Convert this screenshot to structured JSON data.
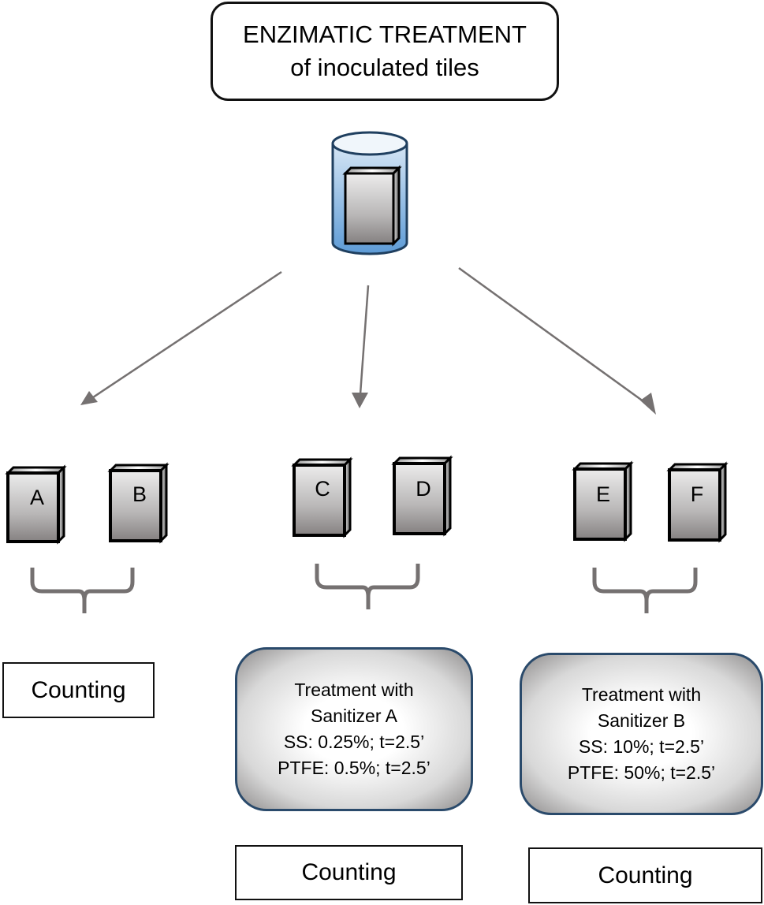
{
  "title": {
    "line1": "ENZIMATIC TREATMENT",
    "line2": "of inoculated tiles"
  },
  "icons": {
    "beaker": "beaker-with-tile-icon",
    "tile": "tile-icon",
    "arrow": "arrow-down-icon",
    "brace": "curly-brace-icon"
  },
  "colors": {
    "arrow": "#757171",
    "brace": "#757171",
    "beaker_liquid": "#8fb8e0",
    "beaker_outline": "#1f3f5f",
    "treatment_border": "#2a4a6b",
    "tile_face_light": "#e8e8e8",
    "tile_face_dark": "#8a8686"
  },
  "groups": [
    {
      "tiles": [
        "A",
        "B"
      ],
      "treatment": null,
      "counting_label": "Counting"
    },
    {
      "tiles": [
        "C",
        "D"
      ],
      "treatment": {
        "line1": "Treatment with",
        "line2": "Sanitizer A",
        "line3": "SS: 0.25%; t=2.5’",
        "line4": "PTFE: 0.5%; t=2.5’"
      },
      "counting_label": "Counting"
    },
    {
      "tiles": [
        "E",
        "F"
      ],
      "treatment": {
        "line1": "Treatment with",
        "line2": "Sanitizer B",
        "line3": "SS: 10%; t=2.5’",
        "line4": "PTFE: 50%; t=2.5’"
      },
      "counting_label": "Counting"
    }
  ]
}
